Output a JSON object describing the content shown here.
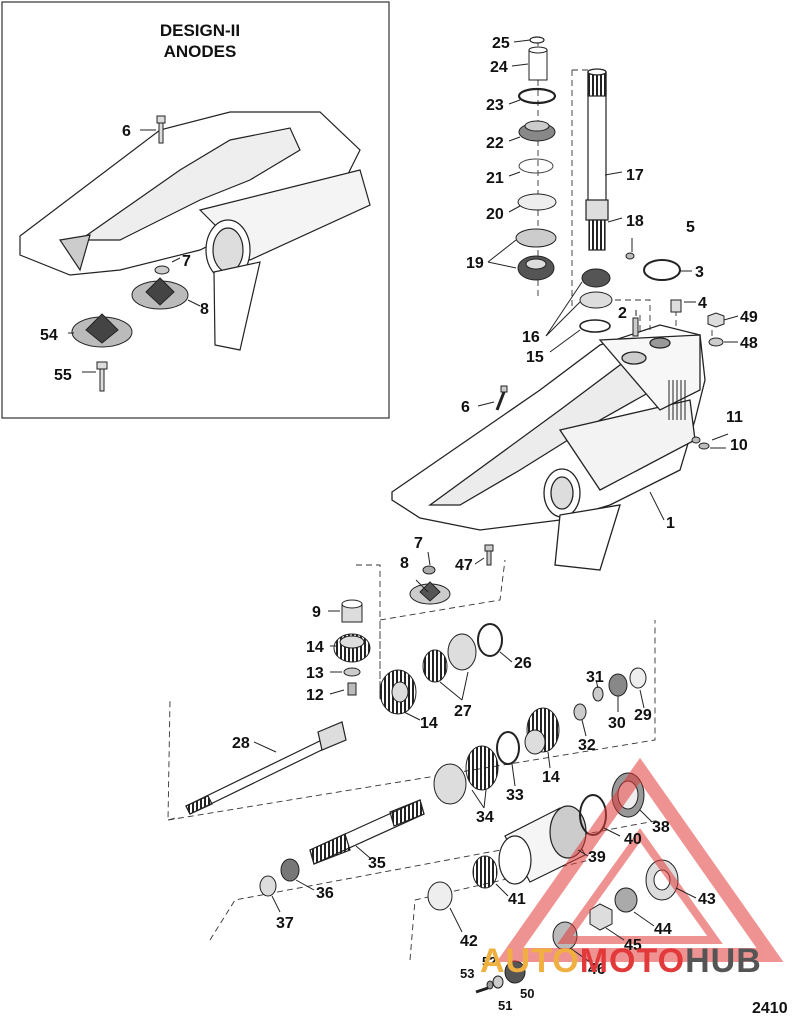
{
  "inset": {
    "title_line1": "DESIGN-II",
    "title_line2": "ANODES"
  },
  "figure_number": "2410",
  "watermark": {
    "part1": "AUTO",
    "part2": "MOTO",
    "part3": "HUB"
  },
  "callouts": {
    "c1": "1",
    "c2": "2",
    "c3": "3",
    "c4": "4",
    "c5": "5",
    "c6": "6",
    "c6b": "6",
    "c7": "7",
    "c7b": "7",
    "c8": "8",
    "c8b": "8",
    "c9": "9",
    "c10": "10",
    "c11": "11",
    "c12": "12",
    "c13": "13",
    "c14a": "14",
    "c14b": "14",
    "c14c": "14",
    "c15": "15",
    "c16": "16",
    "c17": "17",
    "c18": "18",
    "c19": "19",
    "c20": "20",
    "c21": "21",
    "c22": "22",
    "c23": "23",
    "c24": "24",
    "c25": "25",
    "c26": "26",
    "c27": "27",
    "c28": "28",
    "c29": "29",
    "c30": "30",
    "c31": "31",
    "c32": "32",
    "c33": "33",
    "c34": "34",
    "c35": "35",
    "c36": "36",
    "c37": "37",
    "c38": "38",
    "c39": "39",
    "c40": "40",
    "c41": "41",
    "c42": "42",
    "c43": "43",
    "c44": "44",
    "c45": "45",
    "c46": "46",
    "c47": "47",
    "c48": "48",
    "c49": "49",
    "c50": "50",
    "c51": "51",
    "c52": "52",
    "c53": "53",
    "c54": "54",
    "c55": "55"
  }
}
